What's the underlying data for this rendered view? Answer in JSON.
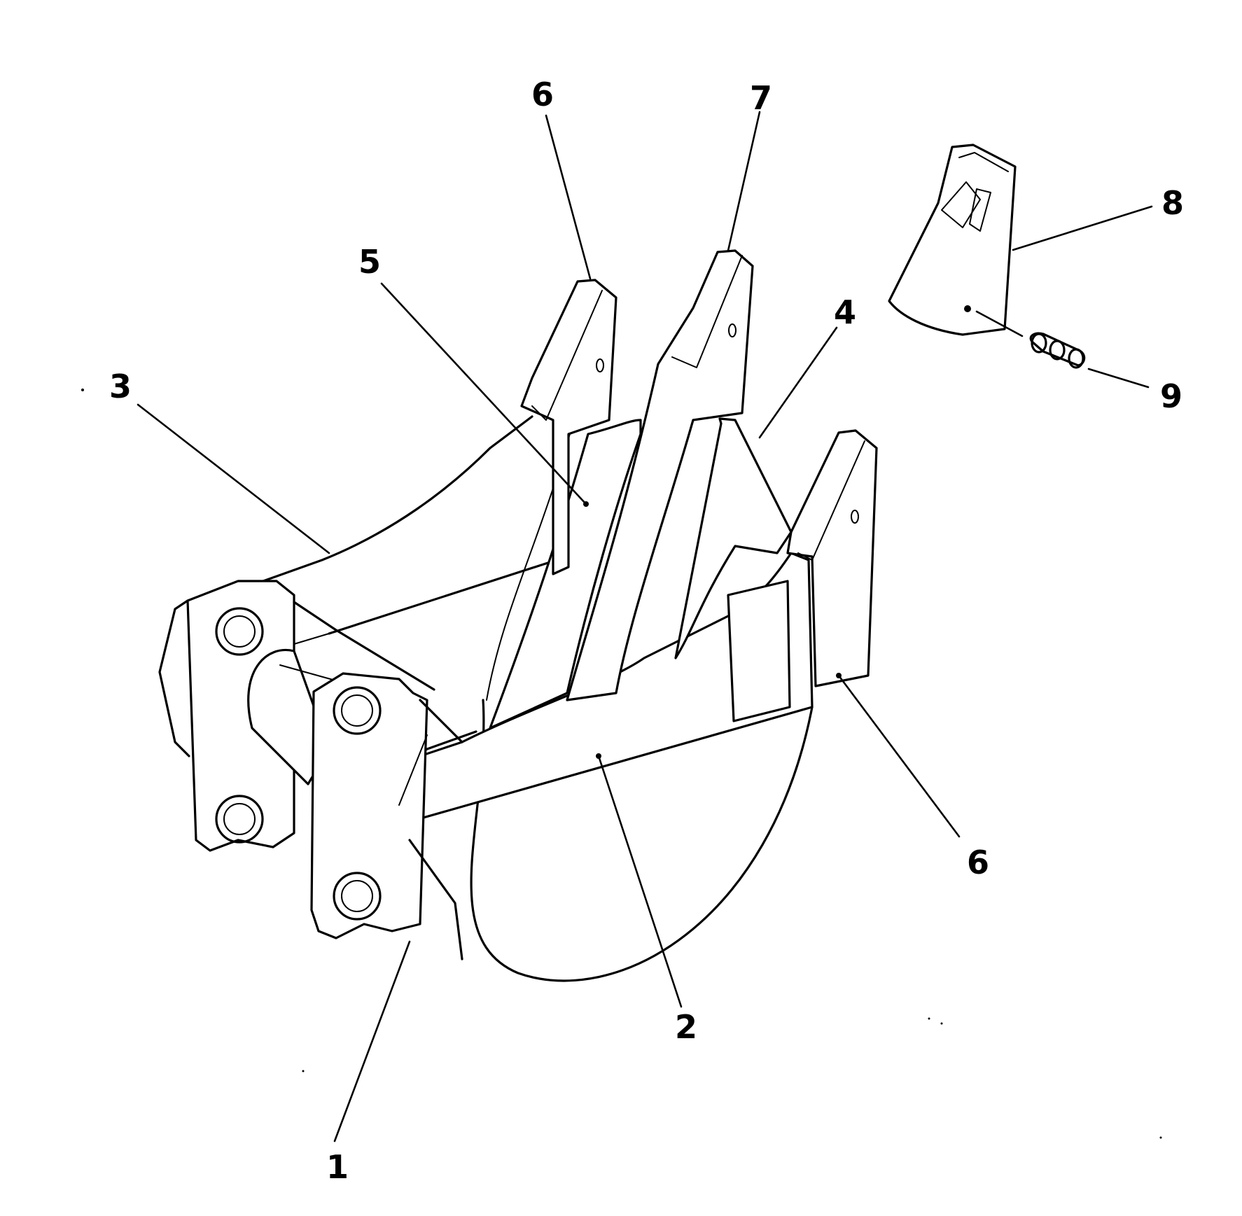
{
  "callouts": [
    {
      "label": "1"
    },
    {
      "label": "2"
    },
    {
      "label": "3"
    },
    {
      "label": "4"
    },
    {
      "label": "5"
    },
    {
      "label": "6"
    },
    {
      "label": "7"
    },
    {
      "label": "8"
    },
    {
      "label": "9"
    },
    {
      "label": "6"
    }
  ]
}
